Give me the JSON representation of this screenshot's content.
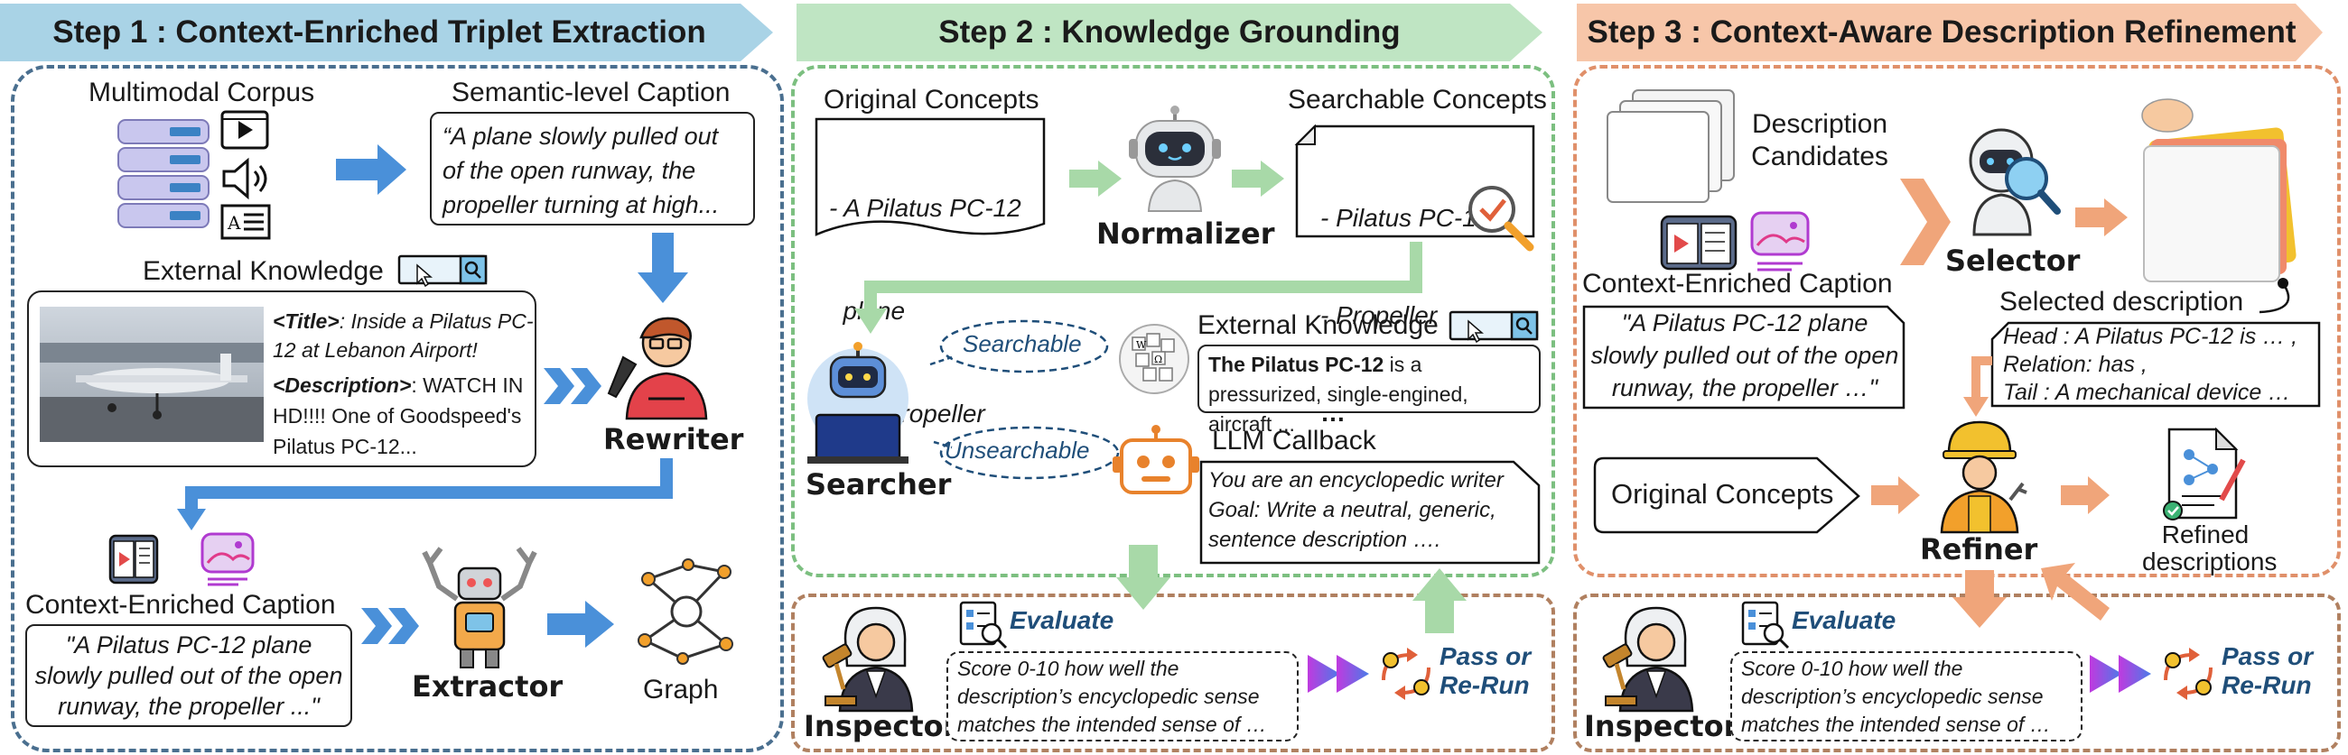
{
  "step1": {
    "title": "Step 1 : Context-Enriched Triplet Extraction",
    "corpus_label": "Multimodal Corpus",
    "semantic_caption_label": "Semantic-level Caption",
    "semantic_caption_text": "“A plane slowly pulled out of the open runway, the propeller turning at high...",
    "external_knowledge_label": "External Knowledge",
    "ek_title_tag": "<Title>",
    "ek_title_text": ": Inside a Pilatus PC-12 at Lebanon Airport!",
    "ek_desc_tag": "<Description>",
    "ek_desc_text": ": WATCH IN HD!!!! One of Goodspeed's Pilatus PC-12...",
    "rewriter_label": "Rewriter",
    "context_caption_label": "Context-Enriched Caption",
    "context_caption_text": "\"A Pilatus PC-12 plane slowly pulled out of the open runway, the propeller ...\"",
    "extractor_label": "Extractor",
    "graph_label": "Graph"
  },
  "step2": {
    "title": "Step 2 : Knowledge Grounding",
    "original_concepts_label": "Original Concepts",
    "original_concepts_items": [
      "- A Pilatus PC-12",
      "  plane",
      "- the propeller"
    ],
    "normalizer_label": "Normalizer",
    "searchable_concepts_label": "Searchable Concepts",
    "searchable_concepts_items": [
      "- Pilatus PC-12",
      "- Propeller",
      "…"
    ],
    "searchable_tag": "Searchable",
    "unsearchable_tag": "Unsearchable",
    "searcher_label": "Searcher",
    "external_knowledge_label": "External Knowledge",
    "ek_bold": "The Pilatus PC-12",
    "ek_text": " is a pressurized, single-engined, aircraft ...",
    "llm_callback_label": "LLM Callback",
    "llm_callback_text": "You are an encyclopedic writer Goal: Write a neutral, generic, sentence description ….",
    "evaluate_label": "Evaluate",
    "score_text": "Score 0-10 how well the description’s encyclopedic sense matches the intended sense of …",
    "inspector_label": "Inspector",
    "pass_label": "Pass or Re-Run"
  },
  "step3": {
    "title": "Step 3 : Context-Aware Description Refinement",
    "candidates_label": "Description Candidates",
    "selector_label": "Selector",
    "selected_label": "Selected description",
    "context_caption_label": "Context-Enriched Caption",
    "context_caption_text": "\"A Pilatus PC-12 plane slowly pulled out of the open runway, the propeller …\"",
    "triplet_head": "Head : A Pilatus PC-12 is … ,",
    "triplet_rel": "Relation: has ,",
    "triplet_tail": "Tail : A mechanical device …",
    "original_concepts_label": "Original Concepts",
    "refiner_label": "Refiner",
    "refined_label": "Refined descriptions",
    "evaluate_label": "Evaluate",
    "score_text": "Score 0-10 how well the description’s encyclopedic sense matches the intended sense of …",
    "inspector_label": "Inspector",
    "pass_label": "Pass or Re-Run"
  },
  "colors": {
    "step1_banner": "#a9d3e6",
    "step2_banner": "#bfe5c3",
    "step3_banner": "#f7c6a9",
    "blue_arrow": "#4a90d9",
    "green_arrow": "#a8d9a8",
    "orange_arrow": "#f0a57a"
  }
}
